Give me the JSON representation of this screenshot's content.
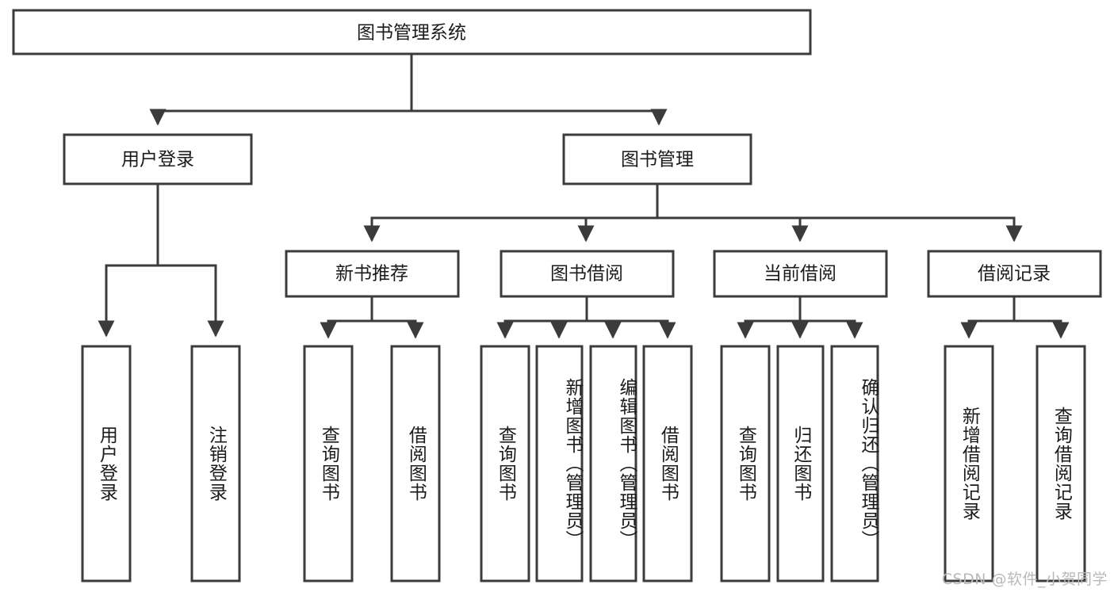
{
  "diagram": {
    "type": "tree",
    "title": "图书管理系统",
    "orientation": "top-down",
    "colors": {
      "box_stroke": "#3b3b3b",
      "box_fill": "#ffffff",
      "text": "#1b1b1b",
      "background": "#ffffff",
      "watermark": "#b9b9b9"
    },
    "root": {
      "label": "图书管理系统"
    },
    "level2": [
      {
        "label": "用户登录"
      },
      {
        "label": "图书管理"
      }
    ],
    "level3": [
      {
        "label": "新书推荐"
      },
      {
        "label": "图书借阅"
      },
      {
        "label": "当前借阅"
      },
      {
        "label": "借阅记录"
      }
    ],
    "leaves": {
      "user_login": [
        {
          "label": "用户登录"
        },
        {
          "label": "注销登录"
        }
      ],
      "new_book_recommend": [
        {
          "label": "查询图书"
        },
        {
          "label": "借阅图书"
        }
      ],
      "book_borrow": [
        {
          "label": "查询图书"
        },
        {
          "label": "新增图书（管理员）"
        },
        {
          "label": "编辑图书（管理员）"
        },
        {
          "label": "借阅图书"
        }
      ],
      "current_borrow": [
        {
          "label": "查询图书"
        },
        {
          "label": "归还图书"
        },
        {
          "label": "确认归还（管理员）"
        }
      ],
      "borrow_record": [
        {
          "label": "新增借阅记录"
        },
        {
          "label": "查询借阅记录"
        }
      ]
    }
  },
  "watermark": {
    "text": "CSDN @软件_小贺同学"
  }
}
